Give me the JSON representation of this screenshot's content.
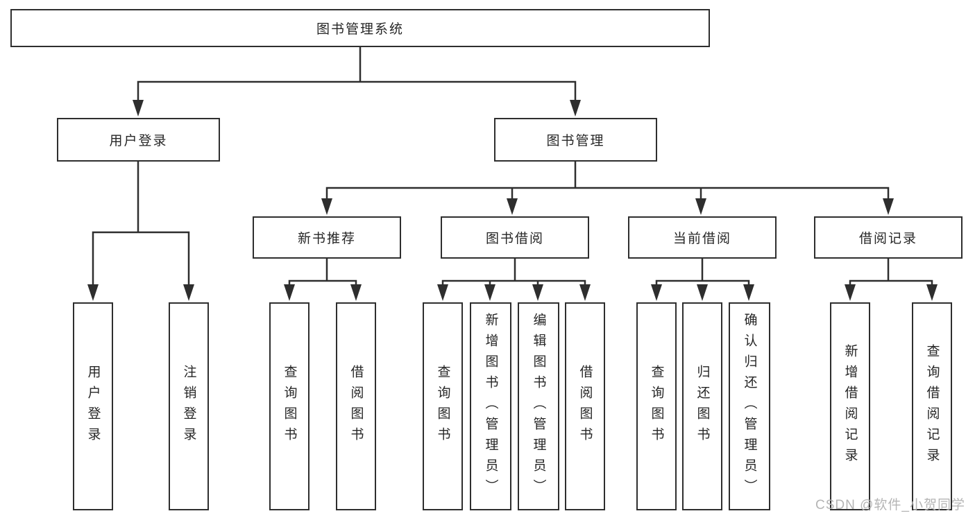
{
  "tree": {
    "root": {
      "label": "图书管理系统"
    },
    "level2": [
      {
        "label": "用户登录",
        "children": [
          {
            "label": "用户登录"
          },
          {
            "label": "注销登录"
          }
        ]
      },
      {
        "label": "图书管理",
        "children": [
          {
            "label": "新书推荐",
            "children": [
              {
                "label": "查询图书"
              },
              {
                "label": "借阅图书"
              }
            ]
          },
          {
            "label": "图书借阅",
            "children": [
              {
                "label": "查询图书"
              },
              {
                "label": "新增图书（管理员）"
              },
              {
                "label": "编辑图书（管理员）"
              },
              {
                "label": "借阅图书"
              }
            ]
          },
          {
            "label": "当前借阅",
            "children": [
              {
                "label": "查询图书"
              },
              {
                "label": "归还图书"
              },
              {
                "label": "确认归还（管理员）"
              }
            ]
          },
          {
            "label": "借阅记录",
            "children": [
              {
                "label": "新增借阅记录"
              },
              {
                "label": "查询借阅记录"
              }
            ]
          }
        ]
      }
    ]
  },
  "watermark": {
    "text": "CSDN @软件_小贺同学"
  },
  "colors": {
    "line": "#2e2e2e",
    "box_border": "#2e2e2e",
    "text": "#262626",
    "watermark": "#b5b5b5",
    "background": "#ffffff"
  }
}
